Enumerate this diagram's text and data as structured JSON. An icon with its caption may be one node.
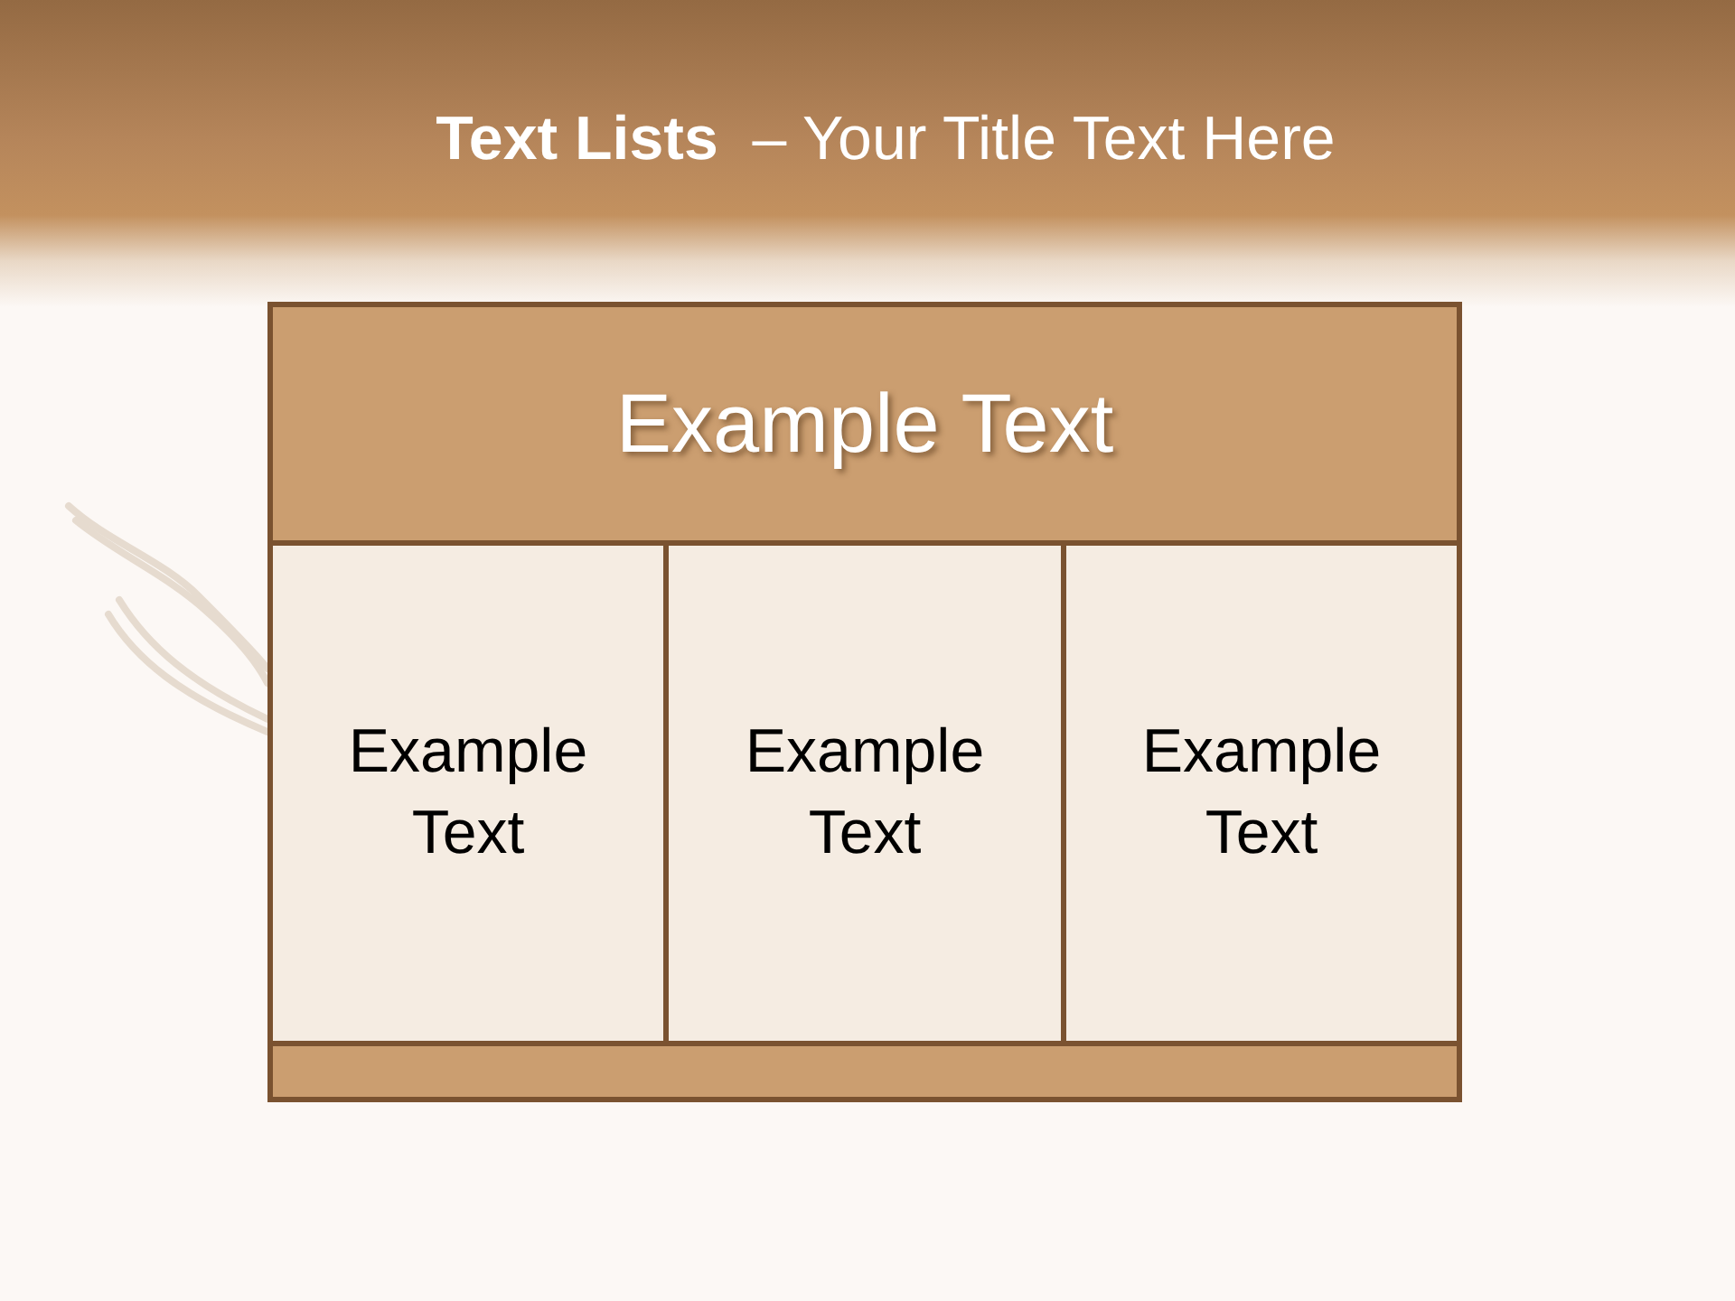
{
  "diagram": {
    "title": "**Text Lists**  – Your Title Text Here",
    "nodes": [
      {
        "text": [
          "Example Text"
        ]
      },
      {
        "text": [
          "Example Text"
        ]
      },
      {
        "text": [
          "Example Text"
        ]
      },
      {
        "text": [
          "Example Text"
        ]
      },
      {
        "text": [],
        "shape": "bar"
      }
    ]
  }
}
